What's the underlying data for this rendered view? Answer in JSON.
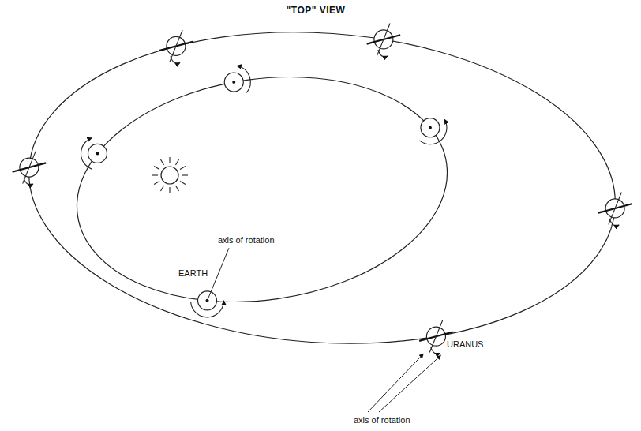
{
  "diagram": {
    "title": "\"TOP\" VIEW",
    "labels": [
      "axis of rotation",
      "EARTH",
      "URANUS",
      "axis of rotation"
    ]
  }
}
